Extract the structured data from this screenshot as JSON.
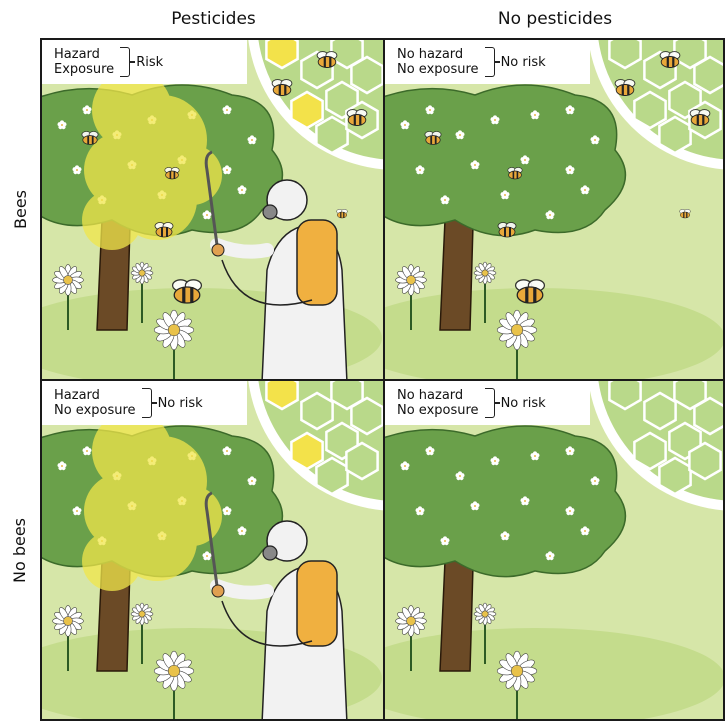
{
  "columns": [
    "Pesticides",
    "No pesticides"
  ],
  "rows": [
    "Bees",
    "No bees"
  ],
  "panels": [
    {
      "line1": "Hazard",
      "line2": "Exposure",
      "result": "Risk",
      "pesticide": true,
      "bees": true
    },
    {
      "line1": "No hazard",
      "line2": "No exposure",
      "result": "No risk",
      "pesticide": false,
      "bees": true
    },
    {
      "line1": "Hazard",
      "line2": "No exposure",
      "result": "No risk",
      "pesticide": true,
      "bees": false
    },
    {
      "line1": "No hazard",
      "line2": "No exposure",
      "result": "No risk",
      "pesticide": false,
      "bees": false
    }
  ],
  "colors": {
    "background_grass": "#d6e6a8",
    "lawn": "#c4dc8c",
    "tree_foliage": "#6aa04a",
    "tree_trunk": "#6b4a26",
    "spray_cloud": "#f1e64a",
    "honeycomb": "#b9d98a",
    "honeycomb_contaminated": "#f3e24a",
    "border": "#1a1a1a"
  }
}
